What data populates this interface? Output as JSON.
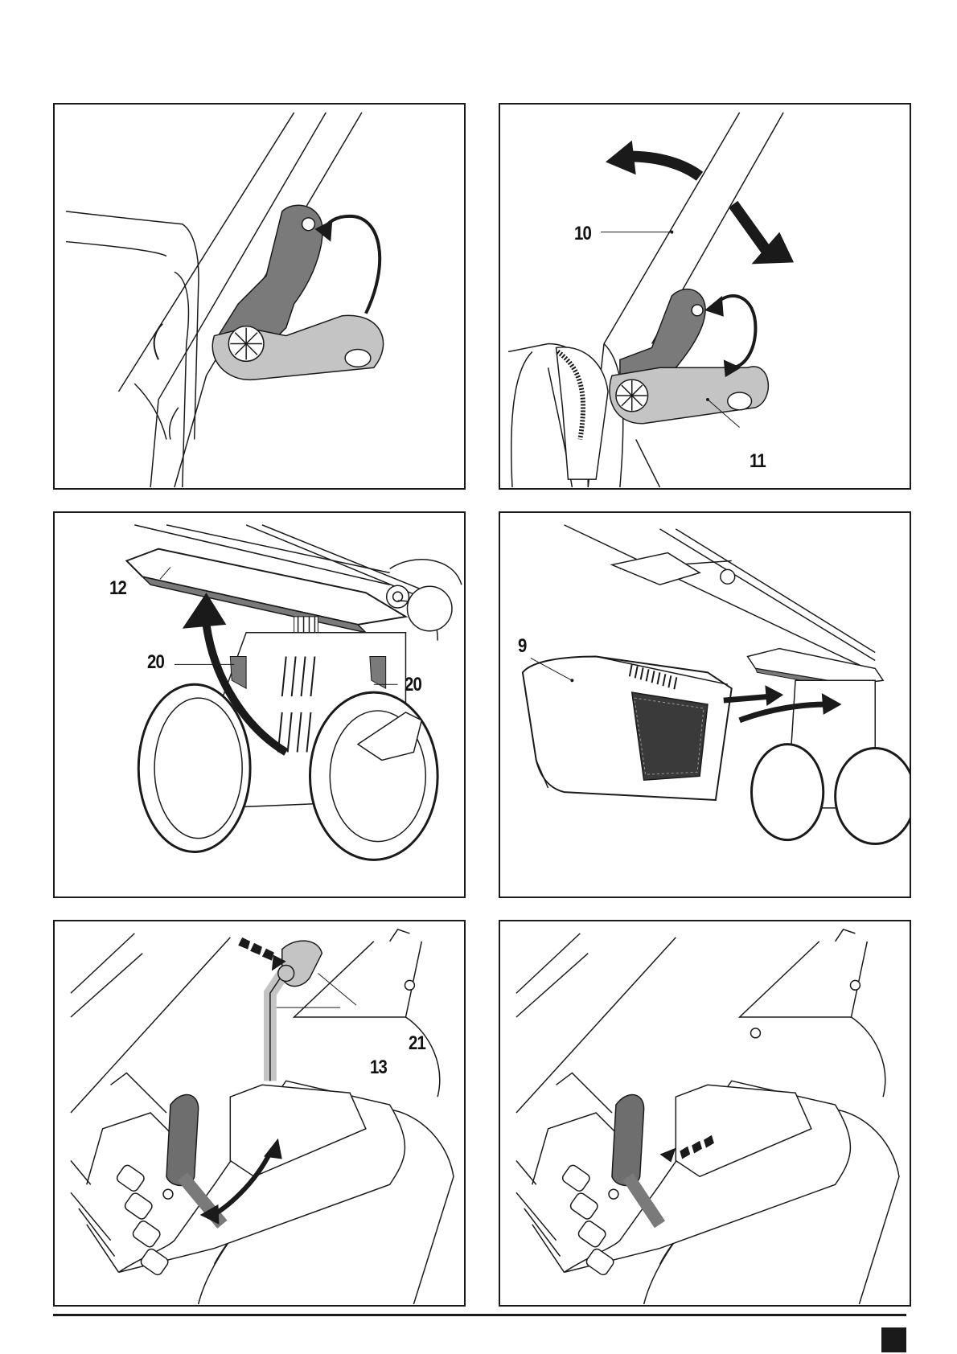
{
  "figures": {
    "fig1": {},
    "fig2": {
      "labels": {
        "a": "10",
        "b": "11"
      }
    },
    "fig3": {
      "labels": {
        "a": "12",
        "b": "20",
        "c": "20"
      }
    },
    "fig4": {
      "labels": {
        "a": "9"
      }
    },
    "fig5": {
      "labels": {
        "a": "21",
        "b": "13"
      }
    },
    "fig6": {}
  },
  "colors": {
    "line": "#1a1a1a",
    "dark_part": "#7a7a7a",
    "light_part": "#c4c4c4",
    "handle": "#6e6e6e"
  }
}
